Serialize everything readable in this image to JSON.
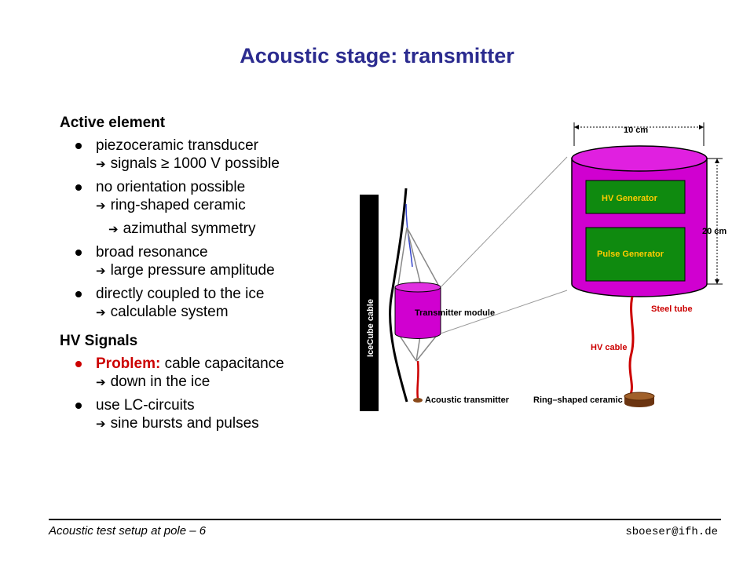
{
  "title": "Acoustic stage: transmitter",
  "active_element": {
    "heading": "Active element",
    "items": [
      {
        "line1": "piezoceramic transducer",
        "line2": "signals ≥ 1000 V possible"
      },
      {
        "line1": "no orientation possible",
        "line2": "ring-shaped ceramic",
        "line3": "azimuthal symmetry"
      },
      {
        "line1": "broad resonance",
        "line2": "large pressure amplitude"
      },
      {
        "line1": "directly coupled to the ice",
        "line2": "calculable system"
      }
    ]
  },
  "hv_signals": {
    "heading": "HV Signals",
    "items": [
      {
        "label": "Problem:",
        "line1": "cable capacitance",
        "line2": "down in the ice"
      },
      {
        "line1": "use LC-circuits",
        "line2": "sine bursts and pulses"
      }
    ]
  },
  "arrow_glyph": "➔",
  "diagram": {
    "icecube_cable": "IceCube cable",
    "transmitter_module": "Transmitter module",
    "acoustic_transmitter": "Acoustic transmitter",
    "ring_shaped_ceramic": "Ring–shaped ceramic",
    "dimension_width": "10 cm",
    "dimension_height": "20 cm",
    "hv_generator": "HV Generator",
    "pulse_generator": "Pulse Generator",
    "steel_tube": "Steel tube",
    "hv_cable": "HV cable"
  },
  "colors": {
    "title": "#2b2b8f",
    "tube": "#d000d0",
    "generator": "#0f8a0f",
    "label_red": "#cc0000",
    "ceramic": "#8b4a1a"
  },
  "footer": {
    "left": "Acoustic test setup at pole – 6",
    "right": "sboeser@ifh.de"
  }
}
